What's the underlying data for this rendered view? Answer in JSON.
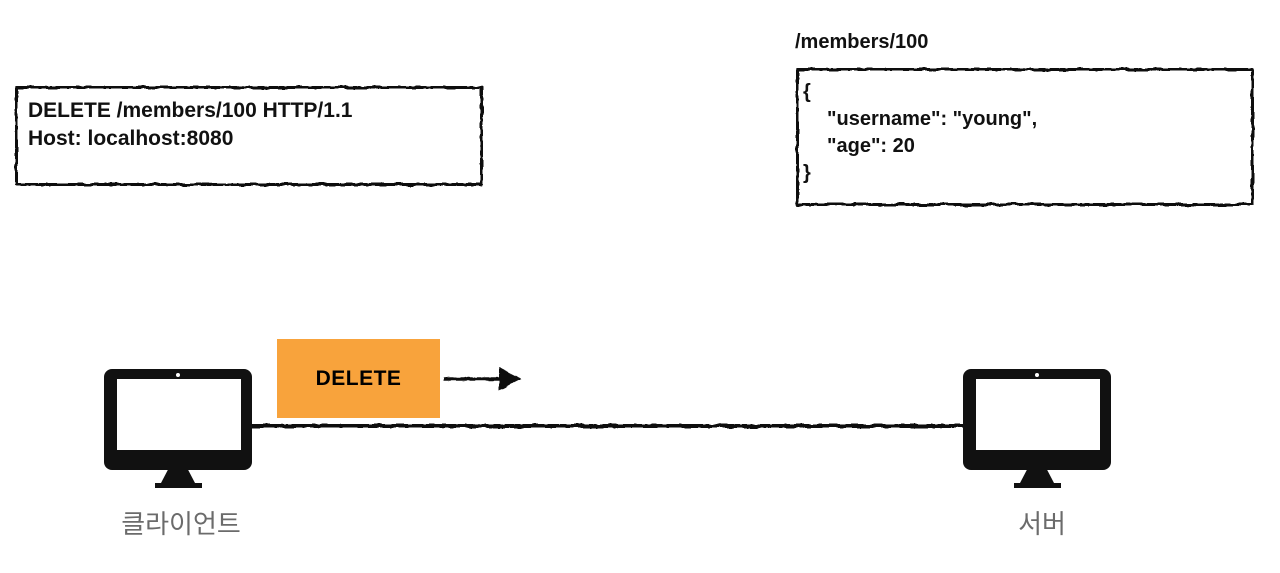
{
  "request_box": {
    "lines": [
      "DELETE /members/100 HTTP/1.1",
      "Host: localhost:8080"
    ]
  },
  "resource": {
    "path_label": "/members/100",
    "body_lines": [
      "{",
      "\"username\": \"young\",",
      "\"age\": 20",
      "}"
    ]
  },
  "message": {
    "method_label": "DELETE"
  },
  "client": {
    "label": "클라이언트"
  },
  "server": {
    "label": "서버"
  },
  "colors": {
    "method_bg": "#F8A33C",
    "ink": "#111111",
    "label_gray": "#6B6B6B"
  }
}
